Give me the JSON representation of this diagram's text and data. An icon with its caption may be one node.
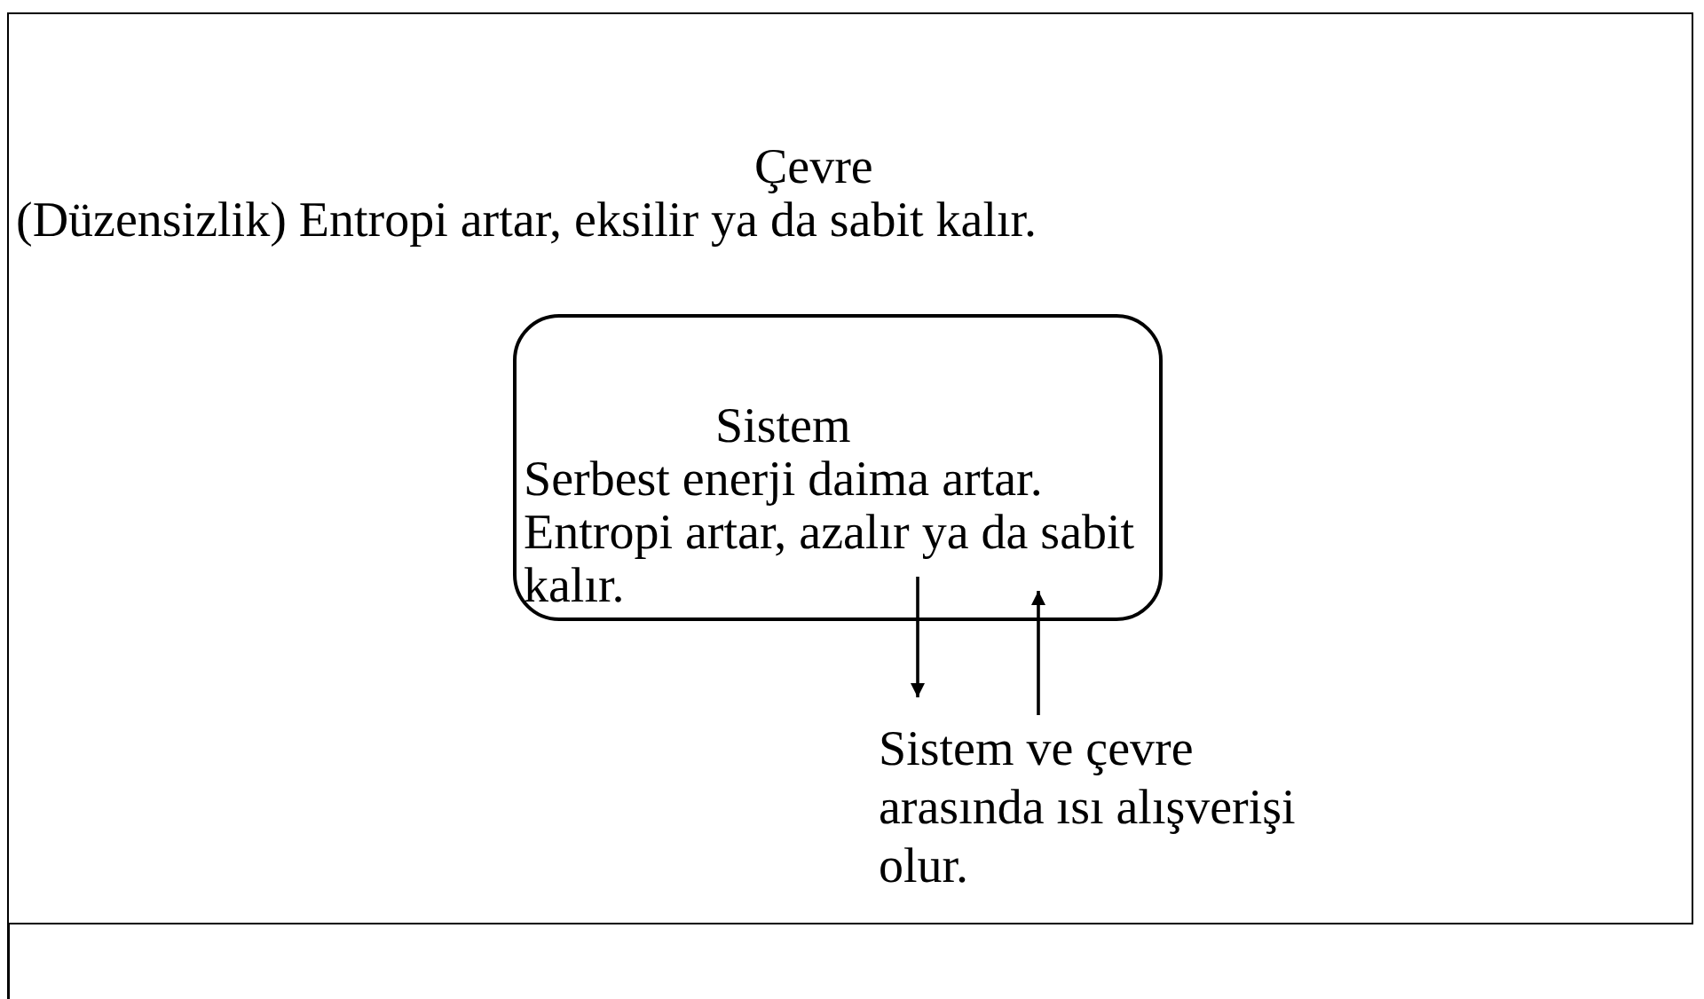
{
  "diagram": {
    "nodes": [
      {
        "text": [
          "Çevre",
          "(Düzensizlik) Entropi artar, eksilir ya da sabit kalır."
        ]
      },
      {
        "text": [
          "Sistem",
          "Serbest enerji daima artar. Entropi artar, azalır ya da sabit kalır."
        ],
        "in": 0
      },
      {
        "text": [
          "Sistem ve çevre arasında ısı alışverişi olur."
        ],
        "in": 0
      }
    ],
    "edges": [
      {
        "from": 1,
        "to": 2,
        "arrow": "to"
      },
      {
        "from": 2,
        "to": 1,
        "arrow": "to"
      }
    ]
  }
}
